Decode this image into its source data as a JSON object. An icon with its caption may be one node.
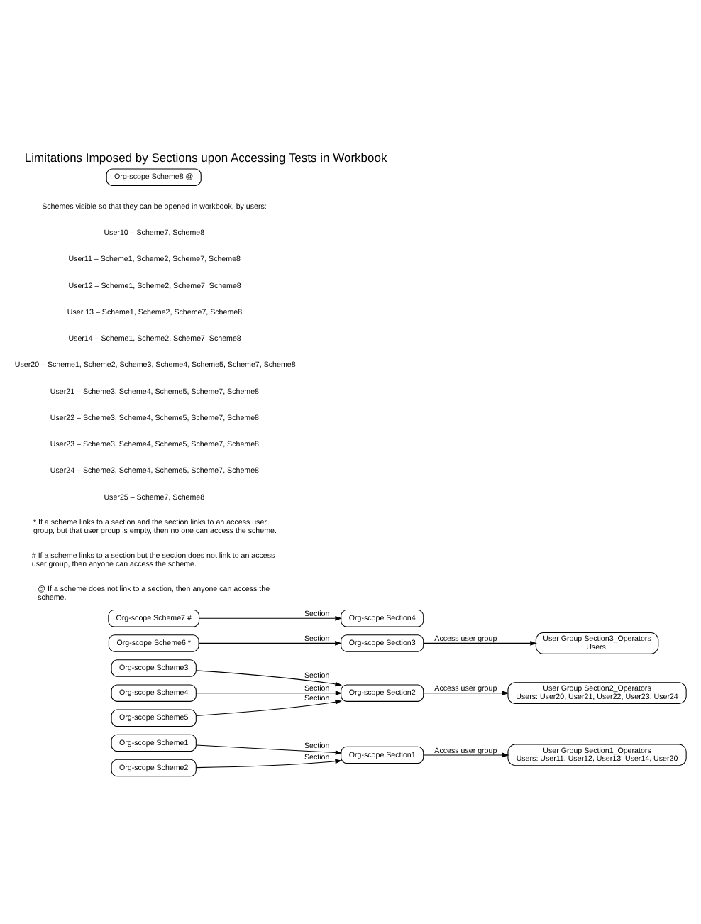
{
  "diagram": {
    "title": "Limitations Imposed by Sections upon Accessing Tests in Workbook",
    "nodes": [
      {
        "text": [
          "Org-scope Scheme1"
        ]
      },
      {
        "text": [
          "Org-scope Section1"
        ]
      },
      {
        "text": [
          "Org-scope Scheme2"
        ]
      },
      {
        "text": [
          "User Group Section1_Operators",
          "Users: User11, User12, User13, User14, User20"
        ]
      },
      {
        "text": [
          "Org-scope Scheme3"
        ]
      },
      {
        "text": [
          "Org-scope Scheme4"
        ]
      },
      {
        "text": [
          "Org-scope Section2"
        ]
      },
      {
        "text": [
          "Org-scope Scheme5"
        ]
      },
      {
        "text": [
          "User Group Section2_Operators",
          "Users: User20, User21, User22, User23, User24"
        ]
      },
      {
        "text": [
          "Org-scope Scheme6 *"
        ]
      },
      {
        "text": [
          "Org-scope Section3"
        ]
      },
      {
        "text": [
          "User Group Section3_Operators",
          "Users:"
        ]
      },
      {
        "text": [
          "Org-scope Scheme7 #"
        ]
      },
      {
        "text": [
          "Org-scope Section4"
        ]
      },
      {
        "text": [
          "Org-scope Scheme8 @"
        ]
      }
    ],
    "edges": [
      {
        "from": 0,
        "to": 1,
        "arrow": "to",
        "label": "Section"
      },
      {
        "from": 2,
        "to": 1,
        "arrow": "to",
        "label": "Section"
      },
      {
        "from": 1,
        "to": 3,
        "arrow": "to",
        "label": "Access user group"
      },
      {
        "from": 4,
        "to": 6,
        "arrow": "to",
        "label": "Section"
      },
      {
        "from": 5,
        "to": 6,
        "arrow": "to",
        "label": "Section"
      },
      {
        "from": 7,
        "to": 6,
        "arrow": "to",
        "label": "Section"
      },
      {
        "from": 6,
        "to": 8,
        "arrow": "to",
        "label": "Access user group"
      },
      {
        "from": 9,
        "to": 10,
        "arrow": "to",
        "label": "Section"
      },
      {
        "from": 10,
        "to": 11,
        "arrow": "to",
        "label": "Access user group"
      },
      {
        "from": 12,
        "to": 13,
        "arrow": "to",
        "label": "Section"
      }
    ],
    "labels": [
      "Schemes visible so that they can be opened in workbook, by users:",
      "User10 – Scheme7, Scheme8",
      "User11 – Scheme1, Scheme2, Scheme7, Scheme8",
      "User12 – Scheme1, Scheme2, Scheme7, Scheme8",
      "User 13 – Scheme1, Scheme2, Scheme7, Scheme8",
      "User14 – Scheme1, Scheme2, Scheme7, Scheme8",
      "User20 – Scheme1, Scheme2, Scheme3, Scheme4, Scheme5, Scheme7, Scheme8",
      "User21 – Scheme3, Scheme4, Scheme5, Scheme7, Scheme8",
      "User22 – Scheme3, Scheme4, Scheme5, Scheme7, Scheme8",
      "User23 – Scheme3, Scheme4, Scheme5, Scheme7, Scheme8",
      "User24 – Scheme3, Scheme4, Scheme5, Scheme7, Scheme8",
      "User25 – Scheme7, Scheme8",
      "* If a scheme links to a section and the section links to an access user group, but that user group is empty, then no one can access the scheme.",
      "# If a scheme links to a section but the section does not link to an access user group, then anyone can access the scheme.",
      "@ If a scheme does not link to a section, then anyone can access the scheme."
    ]
  }
}
